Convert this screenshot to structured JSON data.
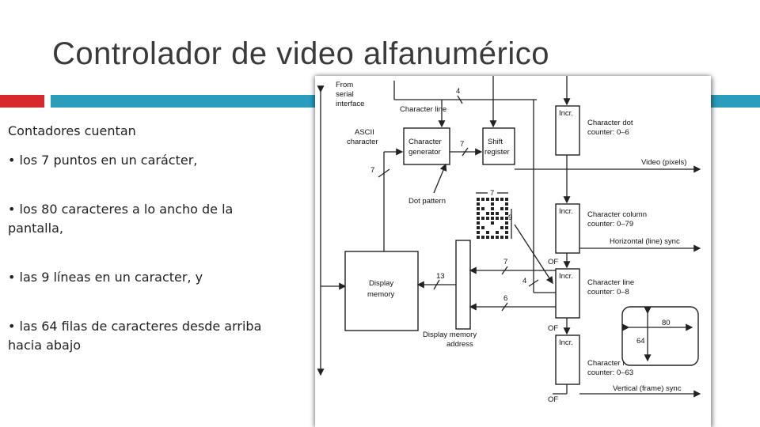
{
  "slide": {
    "title": "Controlador de video alfanumérico",
    "intro": "Contadores cuentan",
    "bullets": [
      "• los 7 puntos en un carácter,",
      "• los 80 caracteres a lo ancho de la pantalla,",
      "• las 9 líneas en un caracter, y",
      "• las 64 filas de caracteres desde arriba hacia abajo"
    ],
    "colors": {
      "accent_red": "#d9282c",
      "accent_teal": "#2a9cbc",
      "title": "#3a3a3a"
    }
  },
  "diagram": {
    "from_serial_1": "From",
    "from_serial_2": "serial",
    "from_serial_3": "interface",
    "character_line_bus": "Character line",
    "bus_4_top": "4",
    "ascii_1": "ASCII",
    "ascii_2": "character",
    "bus_7_ascii": "7",
    "char_gen_1": "Character",
    "char_gen_2": "generator",
    "bus_7_gen": "7",
    "shift_1": "Shift",
    "shift_2": "register",
    "dot_pattern": "Dot pattern",
    "dot_width": "7",
    "dot_height": "9",
    "incr_1": "Incr.",
    "incr_2": "Incr.",
    "incr_3": "Incr.",
    "incr_4": "Incr.",
    "dot_counter_1": "Character dot",
    "dot_counter_2": "counter: 0–6",
    "video": "Video (pixels)",
    "col_counter_1": "Character column",
    "col_counter_2": "counter: 0–79",
    "horizontal_sync": "Horizontal (line) sync",
    "of_1": "OF",
    "of_2": "OF",
    "of_3": "OF",
    "line_counter_1": "Character line",
    "line_counter_2": "counter: 0–8",
    "row_counter_1": "Character row",
    "row_counter_2": "counter: 0–63",
    "vertical_sync": "Vertical (frame) sync",
    "display_mem_1": "Display",
    "display_mem_2": "memory",
    "bus_13": "13",
    "bus_7_mid": "7",
    "bus_4_mid": "4",
    "bus_6": "6",
    "dma_1": "Display memory",
    "dma_2": "address",
    "screen_w": "80",
    "screen_h": "64"
  }
}
